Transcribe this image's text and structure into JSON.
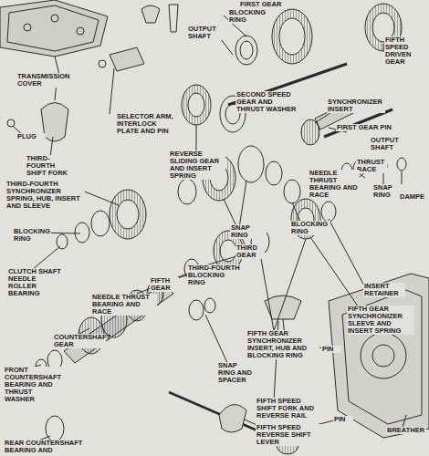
{
  "diagram": {
    "labels": [
      "FIRST GEAR",
      "BLOCKING RING",
      "OUTPUT SHAFT",
      "FIFTH SPEED DRIVEN GEAR",
      "TRANSMISSION COVER",
      "SYNCHRONIZER INSERT",
      "FIRST GEAR PIN",
      "SELECTOR ARM, INTERLOCK PLATE AND PIN",
      "OUTPUT SHAFT",
      "PLUG",
      "SECOND SPEED GEAR AND THRUST WASHER",
      "THIRD-FOURTH SHIFT FORK",
      "THRUST RACE",
      "REVERSE SLIDING GEAR AND INSERT SPRING",
      "SNAP RING",
      "NEEDLE THRUST BEARING AND RACE",
      "THIRD-FOURTH SYNCHRONIZER SPRING, HUB, INSERT AND SLEEVE",
      "DAMPE",
      "BLOCKING RING",
      "SNAP RING",
      "BLOCKING RING",
      "THIRD GEAR",
      "CLUTCH SHAFT NEEDLE ROLLER BEARING",
      "THIRD-FOURTH BLOCKING RING",
      "FIFTH GEAR",
      "INSERT RETAINER",
      "NEEDLE THRUST BEARING AND RACE",
      "FIFTH GEAR SYNCHRONIZER SLEEVE AND INSERT SPRING",
      "COUNTERSHAFT GEAR",
      "FIFTH GEAR SYNCHRONIZER INSERT, HUB AND BLOCKING RING",
      "PIN",
      "FRONT COUNTERSHAFT BEARING AND THRUST WASHER",
      "SNAP RING AND SPACER",
      "FIFTH SPEED SHIFT FORK AND REVERSE RAIL",
      "PIN",
      "FIFTH SPEED REVERSE SHIFT LEVER",
      "BREATHER",
      "REAR COUNTERSHAFT BEARING AND"
    ]
  }
}
